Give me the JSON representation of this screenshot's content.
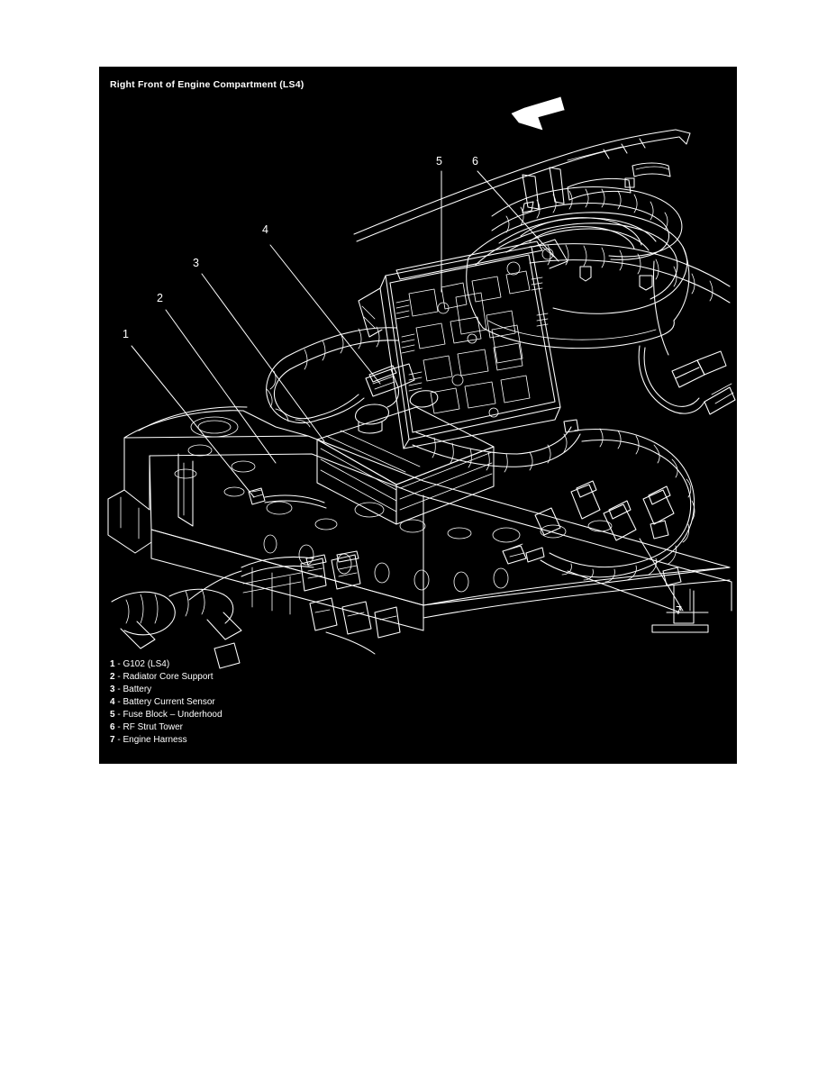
{
  "figure": {
    "title": "Right Front of Engine Compartment (LS4)",
    "background_color": "#000000",
    "line_color": "#ffffff",
    "page_background": "#ffffff",
    "view_direction_arrow": "forward-direction-arrow"
  },
  "callouts": [
    {
      "id": "1",
      "label": "1"
    },
    {
      "id": "2",
      "label": "2"
    },
    {
      "id": "3",
      "label": "3"
    },
    {
      "id": "4",
      "label": "4"
    },
    {
      "id": "5",
      "label": "5"
    },
    {
      "id": "6",
      "label": "6"
    },
    {
      "id": "7",
      "label": "7"
    }
  ],
  "legend": {
    "separator": "-",
    "items": [
      {
        "num": "1",
        "label": "G102 (LS4)"
      },
      {
        "num": "2",
        "label": "Radiator Core Support"
      },
      {
        "num": "3",
        "label": "Battery"
      },
      {
        "num": "4",
        "label": "Battery Current Sensor"
      },
      {
        "num": "5",
        "label": "Fuse Block – Underhood"
      },
      {
        "num": "6",
        "label": "RF Strut Tower"
      },
      {
        "num": "7",
        "label": "Engine Harness"
      }
    ]
  }
}
